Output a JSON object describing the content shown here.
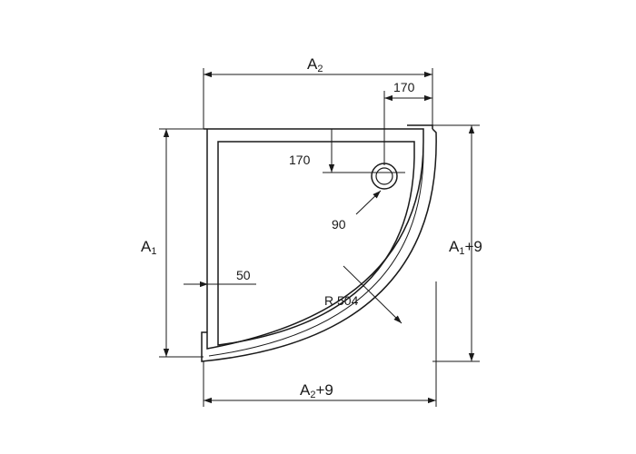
{
  "labels": {
    "a2_main": "A",
    "a2_sub": "2",
    "a1_main": "A",
    "a1_sub": "1",
    "a1_plus9_main": "A",
    "a1_plus9_sub": "1",
    "a1_plus9_suffix": "+9",
    "a2_plus9_main": "A",
    "a2_plus9_sub": "2",
    "a2_plus9_suffix": "+9",
    "dim_170_h": "170",
    "dim_170_v": "170",
    "dim_90": "90",
    "dim_50": "50",
    "radius": "R 504"
  },
  "colors": {
    "ink": "#1a1a1a",
    "background": "#ffffff"
  }
}
